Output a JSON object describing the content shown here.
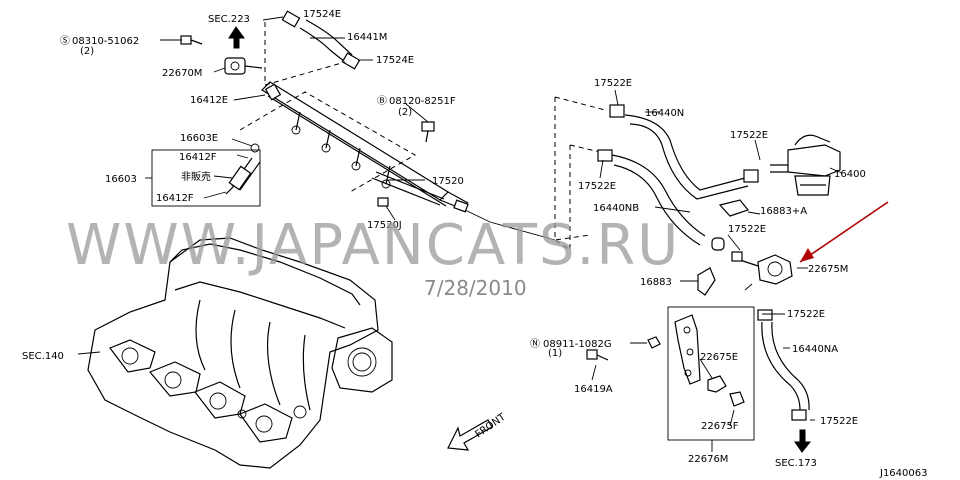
{
  "watermark": {
    "text": "WWW.JAPANCATS.RU",
    "date": "7/28/2010"
  },
  "diagram_id": "J1640063",
  "labels": {
    "sec_223": "SEC.223",
    "bolt_08310": "08310-51062",
    "bolt_08310_qty": "(2)",
    "clip_17524e_a": "17524E",
    "hose_16441m": "16441M",
    "clip_17524e_b": "17524E",
    "bracket_22670m": "22670M",
    "rail_16412e": "16412E",
    "bolt_08120": "08120-8251F",
    "bolt_08120_qty": "(2)",
    "oring_16603e": "16603E",
    "assy_16603": "16603",
    "injector_16412f": "16412F",
    "not_for_sale": "非販売",
    "injector_16412f_b": "16412F",
    "pipe_17520": "17520",
    "clip_17520j": "17520J",
    "sec_140": "SEC.140",
    "clip_17522e_a": "17522E",
    "hose_16440n": "16440N",
    "clip_17522e_b": "17522E",
    "clip_17522e_c": "17522E",
    "damper_16400": "16400",
    "hose_16440nb": "16440NB",
    "clamp_16883a": "16883+A",
    "clip_17522e_d": "17522E",
    "regulator_22675m": "22675M",
    "clamp_16883": "16883",
    "clip_17522e_e": "17522E",
    "nut_08911": "08911-1082G",
    "nut_08911_qty": "(1)",
    "hose_16440na": "16440NA",
    "insulator_22675e": "22675E",
    "bolt_16419a": "16419A",
    "insulator_22675f": "22675F",
    "clip_17522e_f": "17522E",
    "bracket_22676m": "22676M",
    "sec_173": "SEC.173",
    "front": "FRONT"
  },
  "colors": {
    "line": "#000000",
    "watermark": "#9a9a9a",
    "pointer": "#b00000"
  }
}
